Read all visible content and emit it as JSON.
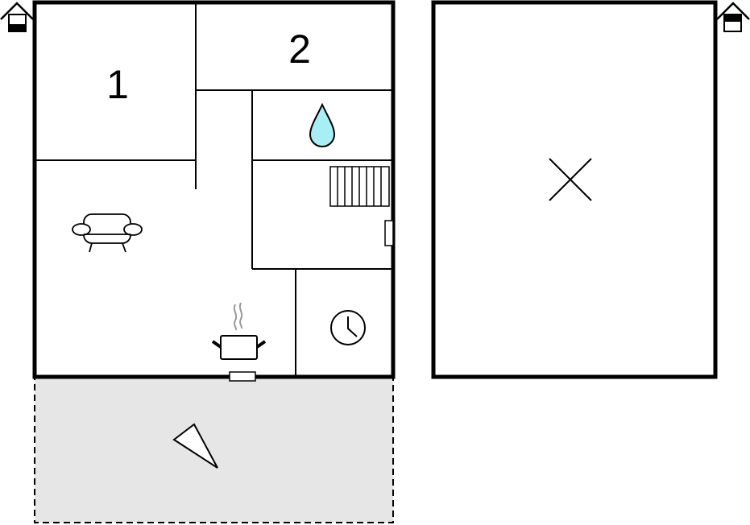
{
  "floor_plan": {
    "rooms": [
      {
        "label": "1",
        "type": "bedroom"
      },
      {
        "label": "2",
        "type": "bedroom"
      }
    ],
    "icons": [
      "house-icon",
      "water-drop-icon",
      "stairs-icon",
      "sofa-icon",
      "cooking-pot-icon",
      "clock-icon",
      "terrace-triangle-icon",
      "empty-floor-x-icon"
    ],
    "colors": {
      "wall": "#000000",
      "terrace": "#e6e6e6",
      "water": "#a8eef5"
    }
  }
}
